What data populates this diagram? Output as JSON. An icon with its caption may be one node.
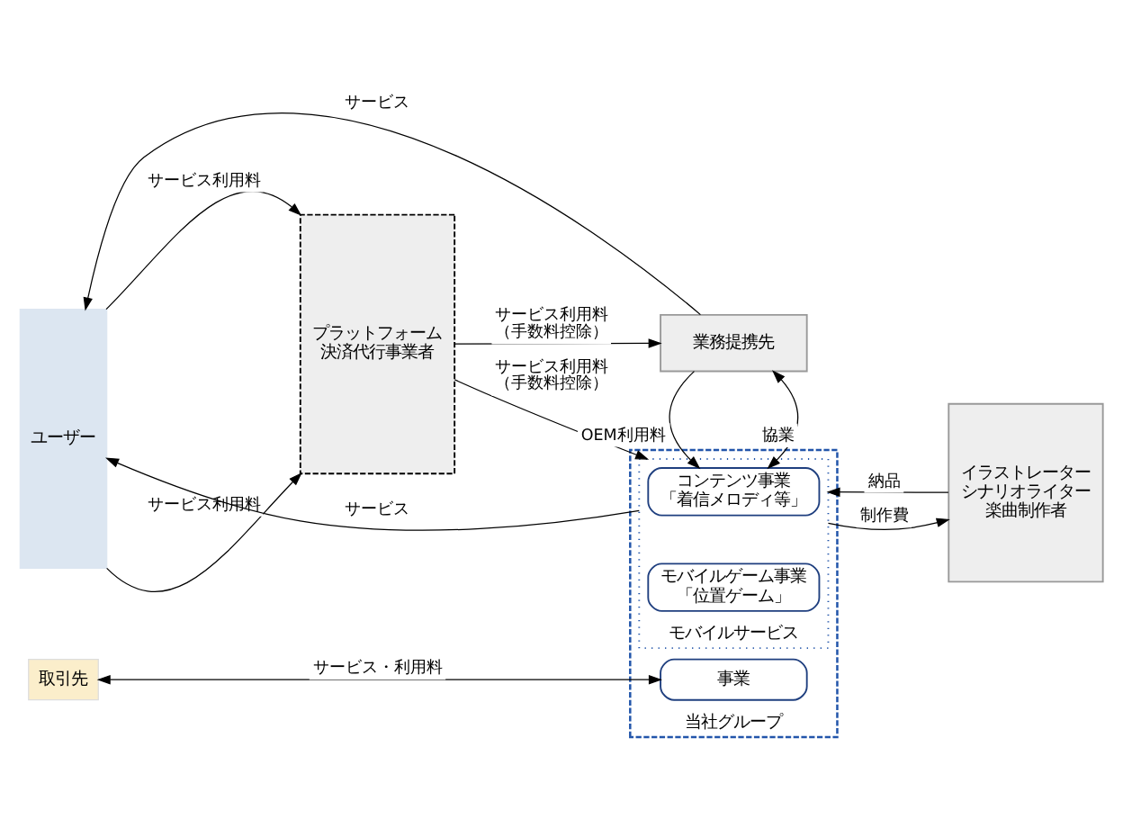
{
  "diagram": {
    "nodes": [
      {
        "text": [
          "ユーザー"
        ]
      },
      {
        "text": [
          "プラットフォーム決済代行事業者"
        ]
      },
      {
        "text": [
          "業務提携先"
        ]
      },
      {
        "text": [
          "当社グループ"
        ]
      },
      {
        "text": [
          "モバイルサービス"
        ],
        "in": 3
      },
      {
        "text": [
          "コンテンツ事業",
          "「着信メロディ等」"
        ],
        "in": 4
      },
      {
        "text": [
          "モバイルゲーム事業",
          "「位置ゲーム」"
        ],
        "in": 4
      },
      {
        "text": [
          "事業"
        ],
        "in": 3
      },
      {
        "text": [
          "イラストレーターシナリオライター楽曲制作者"
        ]
      },
      {
        "text": [
          "取引先"
        ]
      }
    ],
    "edges": [
      {
        "from": 2,
        "to": 0,
        "arrow": "to",
        "label": "サービス"
      },
      {
        "from": 0,
        "to": 1,
        "arrow": "to",
        "label": "サービス利用料"
      },
      {
        "from": 1,
        "to": 2,
        "arrow": "to",
        "label": "サービス利用料（手数料控除）"
      },
      {
        "from": 2,
        "to": 5,
        "arrow": "both",
        "label": "協業"
      },
      {
        "from": 2,
        "to": 5,
        "arrow": "to",
        "label": "OEM利用料"
      },
      {
        "from": 4,
        "to": 0,
        "arrow": "to",
        "label": "サービス"
      },
      {
        "from": 8,
        "to": 4,
        "arrow": "to",
        "label": "納品"
      },
      {
        "from": 4,
        "to": 8,
        "arrow": "to",
        "label": "制作費"
      },
      {
        "from": 0,
        "to": 1,
        "arrow": "to",
        "label": "サービス利用料"
      },
      {
        "from": 1,
        "to": 4,
        "arrow": "to",
        "label": "サービス利用料（手数料控除）"
      },
      {
        "from": 9,
        "to": 7,
        "arrow": "both",
        "label": "サービス・利用料"
      }
    ]
  }
}
